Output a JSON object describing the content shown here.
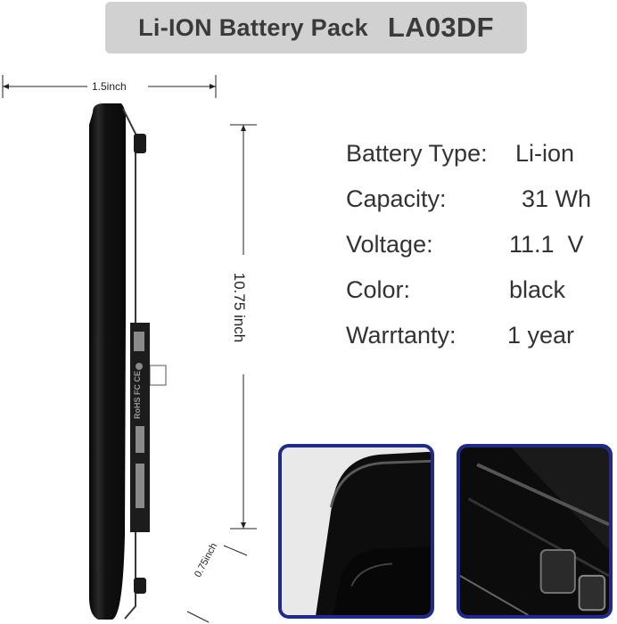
{
  "title": {
    "product": "Li-ION Battery Pack",
    "model": "LA03DF"
  },
  "dimensions": {
    "width": "1.5inch",
    "length": "10.75 inch",
    "depth": "0.75inch"
  },
  "specs": [
    {
      "label": "Battery Type:",
      "value": "Li-ion"
    },
    {
      "label": "Capacity:",
      "value": "31 Wh"
    },
    {
      "label": "Voltage:",
      "value": "11.1  V"
    },
    {
      "label": "Color:",
      "value": "black"
    },
    {
      "label": "Warrtanty:",
      "value": "1 year"
    }
  ],
  "label_text": {
    "certifications": "RoHS FC CE"
  },
  "colors": {
    "banner_bg": "#d1d1d1",
    "frame": "#1f2a8c",
    "battery": "#0c0c0c"
  }
}
